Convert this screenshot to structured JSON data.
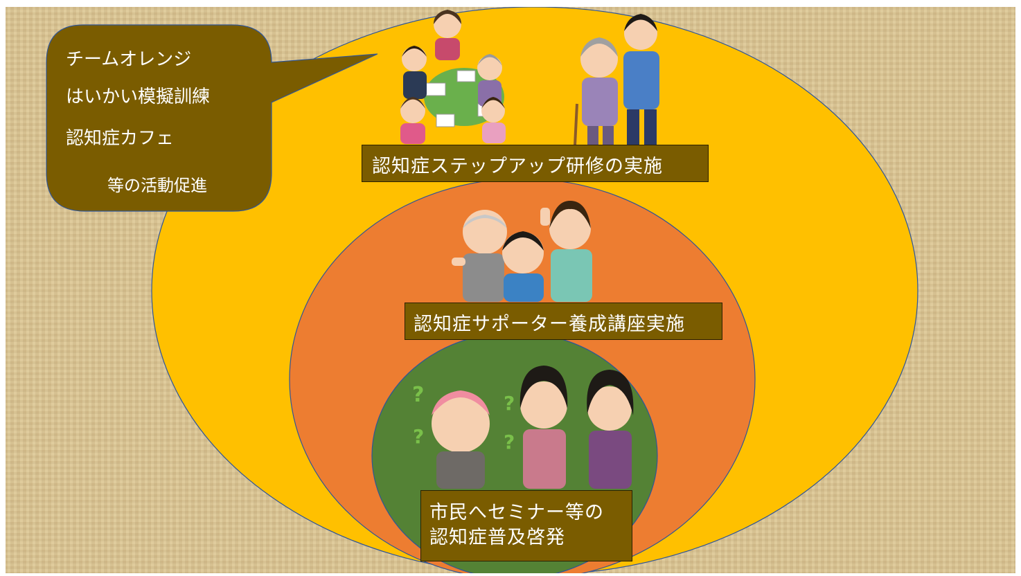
{
  "callout": {
    "lines": [
      "チームオレンジ",
      "はいかい模擬訓練",
      "認知症カフェ"
    ],
    "footer": "等の活動促進"
  },
  "rings": {
    "outer": {
      "label": "認知症ステップアップ研修の実施",
      "color": "#ffc000"
    },
    "middle": {
      "label": "認知症サポーター養成講座実施",
      "color": "#ed7d31"
    },
    "inner": {
      "label_lines": [
        "市民へセミナー等の",
        "認知症普及啓発"
      ],
      "color": "#548235"
    }
  },
  "illustrations": {
    "outer": [
      "meeting-group-illustration",
      "caregiver-elderly-illustration"
    ],
    "middle": [
      "family-supporters-illustration"
    ],
    "inner": [
      "confused-elderly-gossip-illustration"
    ]
  },
  "colors": {
    "label_bg": "#7a5c00",
    "callout_bg": "#7a5c00",
    "background": "#dcc898"
  }
}
